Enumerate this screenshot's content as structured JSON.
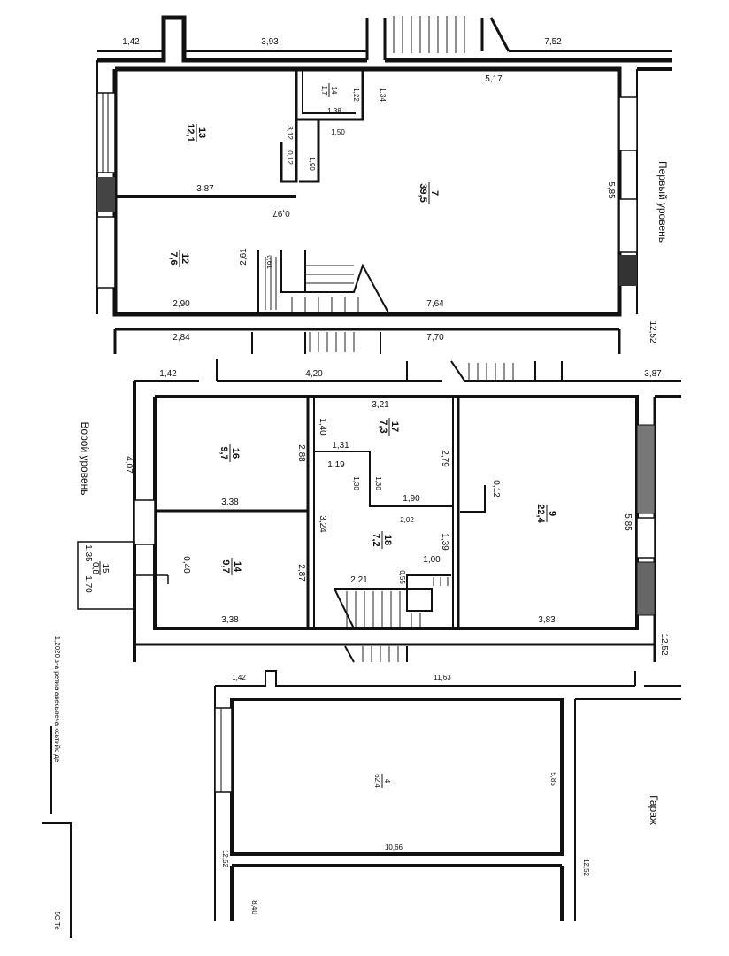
{
  "levels": {
    "first": {
      "title": "Первый уровень",
      "dims_top": [
        "1,42",
        "3,93",
        "7,52"
      ],
      "dims_inner": [
        "5,17",
        "3,87",
        "0,97",
        "2,90",
        "7,64",
        "2,84",
        "7,70"
      ],
      "dims_small": [
        "1,22",
        "1,34",
        "1,38",
        "1,50",
        "3,12",
        "0,12",
        "1,90",
        "2,61",
        "0,61",
        "5,85",
        "12,52"
      ],
      "rooms": [
        {
          "num": "13",
          "area": "12,1"
        },
        {
          "num": "14",
          "area": "1,7"
        },
        {
          "num": "7",
          "area": "39,5"
        },
        {
          "num": "12",
          "area": "7,6"
        }
      ]
    },
    "second": {
      "title": "Ворой уровень",
      "dims_top": [
        "1,42",
        "4,20",
        "3,87"
      ],
      "dims_inner": [
        "3,21",
        "1,40",
        "2,88",
        "1,31",
        "1,19",
        "1,30",
        "1,30",
        "1,90",
        "2,79",
        "0,12",
        "2,02",
        "3,38",
        "3,24",
        "1,39",
        "1,00",
        "2,21",
        "0,55",
        "2,87",
        "0,40",
        "3,38",
        "3,83",
        "4,07",
        "5,85",
        "12,52"
      ],
      "small_room": {
        "a": "1,35",
        "b": "1,70",
        "num": "15",
        "area": "0,8"
      },
      "rooms": [
        {
          "num": "16",
          "area": "9,7"
        },
        {
          "num": "17",
          "area": "7,3"
        },
        {
          "num": "9",
          "area": "22,4"
        },
        {
          "num": "18",
          "area": "7,2"
        },
        {
          "num": "14",
          "area": "9,7"
        }
      ]
    },
    "garage": {
      "title": "Гараж",
      "dims": [
        "1,42",
        "11,63",
        "5,85",
        "10,66",
        "12,52",
        "12,52",
        "8,40"
      ],
      "room": {
        "num": "4",
        "area": "62,4"
      }
    }
  },
  "margin_notes": [
    "1,2020 з-а ретиа авесьпеча ксьтийс де",
    "5С Те"
  ]
}
